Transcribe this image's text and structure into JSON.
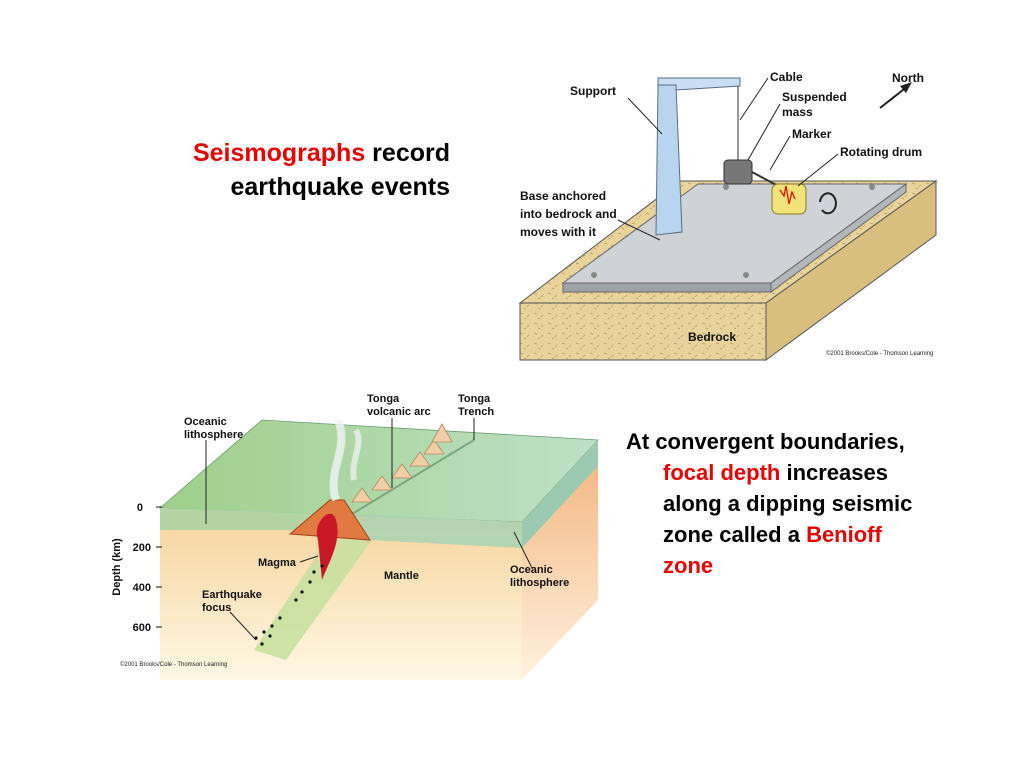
{
  "slide": {
    "title_highlight": "Seismographs",
    "title_rest": " record",
    "title_line2": "earthquake events",
    "side": {
      "line1": "At convergent boundaries,",
      "line2_highlight": "focal depth",
      "line2_rest": " increases",
      "line3": "along a dipping seismic",
      "line4_pre": "zone called a ",
      "line4_highlight": "Benioff",
      "line5_highlight": "zone"
    }
  },
  "seismograph": {
    "labels": {
      "support": "Support",
      "cable": "Cable",
      "suspended1": "Suspended",
      "suspended2": "mass",
      "marker": "Marker",
      "drum": "Rotating drum",
      "north": "North",
      "base1": "Base anchored",
      "base2": "into bedrock and",
      "base3": "moves with it",
      "bedrock": "Bedrock"
    },
    "credit": "©2001 Brooks/Cole - Thomson Learning"
  },
  "subduction": {
    "labels": {
      "tonga_arc1": "Tonga",
      "tonga_arc2": "volcanic arc",
      "tonga_trench1": "Tonga",
      "tonga_trench2": "Trench",
      "oceanic_left1": "Oceanic",
      "oceanic_left2": "lithosphere",
      "magma": "Magma",
      "mantle": "Mantle",
      "oceanic_right1": "Oceanic",
      "oceanic_right2": "lithosphere",
      "eq1": "Earthquake",
      "eq2": "focus",
      "depth_axis": "Depth (km)"
    },
    "depth_ticks": [
      "0",
      "200",
      "400",
      "600"
    ],
    "credit": "©2001 Brooks/Cole - Thomson Learning"
  },
  "colors": {
    "accent_red": "#e60000",
    "bedrock": "#e8d39a",
    "plate": "#cfd2d6",
    "ocean": "#9fcf8a"
  }
}
